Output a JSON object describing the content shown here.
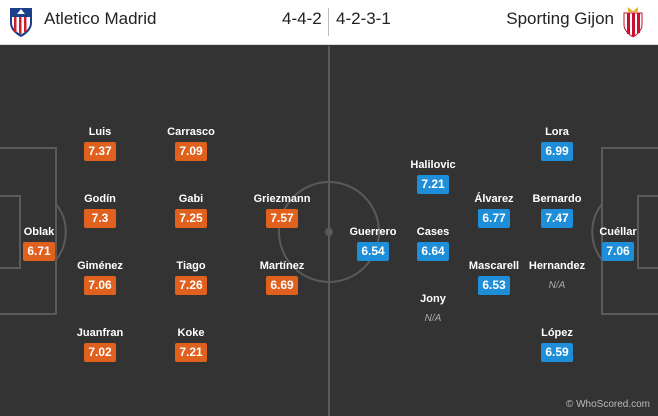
{
  "header": {
    "home_team": "Atletico Madrid",
    "away_team": "Sporting Gijon",
    "home_formation": "4-4-2",
    "away_formation": "4-2-3-1"
  },
  "colors": {
    "home_rating": "#e0601e",
    "away_rating": "#1e8ed8",
    "pitch": "#333333"
  },
  "icons": {
    "home_crest": "atletico-madrid-crest-icon",
    "away_crest": "sporting-gijon-crest-icon"
  },
  "home_players": [
    {
      "name": "Oblak",
      "rating": "6.71"
    },
    {
      "name": "Luis",
      "rating": "7.37"
    },
    {
      "name": "Godín",
      "rating": "7.3"
    },
    {
      "name": "Giménez",
      "rating": "7.06"
    },
    {
      "name": "Juanfran",
      "rating": "7.02"
    },
    {
      "name": "Carrasco",
      "rating": "7.09"
    },
    {
      "name": "Gabi",
      "rating": "7.25"
    },
    {
      "name": "Tiago",
      "rating": "7.26"
    },
    {
      "name": "Koke",
      "rating": "7.21"
    },
    {
      "name": "Griezmann",
      "rating": "7.57"
    },
    {
      "name": "Martínez",
      "rating": "6.69"
    }
  ],
  "away_players": [
    {
      "name": "Cuéllar",
      "rating": "7.06"
    },
    {
      "name": "Lora",
      "rating": "6.99"
    },
    {
      "name": "Bernardo",
      "rating": "7.47"
    },
    {
      "name": "Hernandez",
      "rating": "N/A"
    },
    {
      "name": "López",
      "rating": "6.59"
    },
    {
      "name": "Álvarez",
      "rating": "6.77"
    },
    {
      "name": "Mascarell",
      "rating": "6.53"
    },
    {
      "name": "Halilovic",
      "rating": "7.21"
    },
    {
      "name": "Cases",
      "rating": "6.64"
    },
    {
      "name": "Jony",
      "rating": "N/A"
    },
    {
      "name": "Guerrero",
      "rating": "6.54"
    }
  ],
  "watermark": "© WhoScored.com"
}
